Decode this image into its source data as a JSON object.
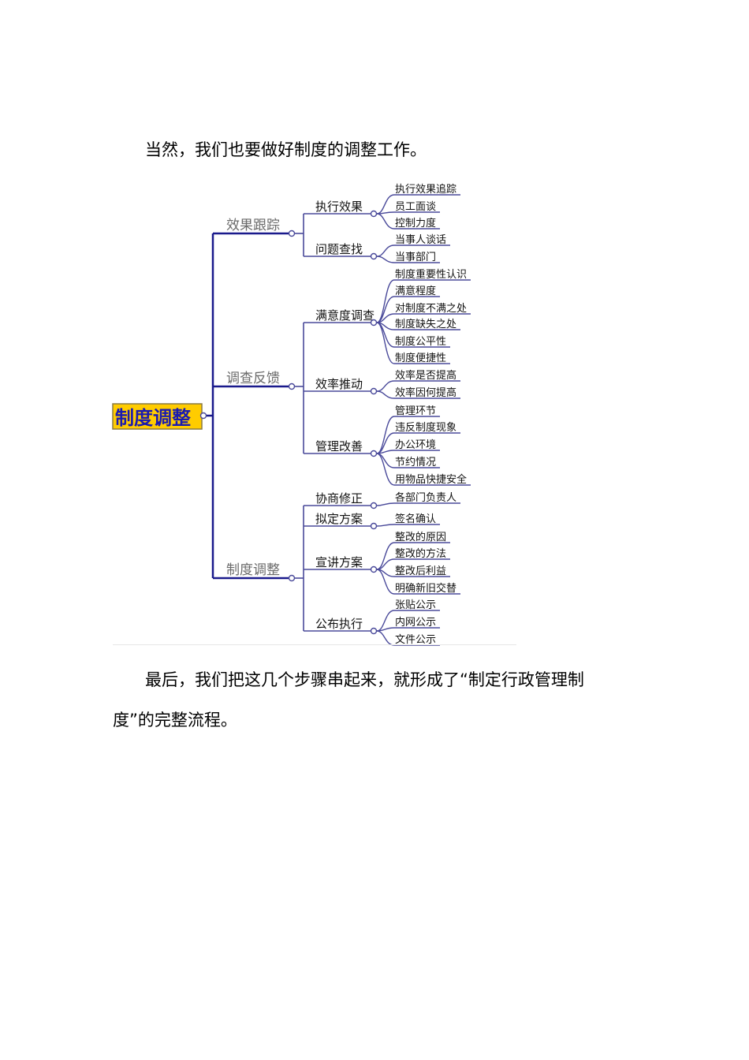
{
  "document": {
    "paragraphs": [
      "当然，我们也要做好制度的调整工作。",
      "最后，我们把这几个步骤串起来，就形成了“制定行政管理制",
      "度”的完整流程。"
    ]
  },
  "mindmap": {
    "colors": {
      "root_bg": "#ffcc00",
      "root_border": "#8a7a40",
      "root_text": "#1a1ab0",
      "trunk": "#1a1a8c",
      "branch": "#4a4a9a",
      "l1_text": "#6a6a6a"
    },
    "root": {
      "label": "制度调整"
    },
    "branches": [
      {
        "label": "效果跟踪",
        "children": [
          {
            "label": "执行效果",
            "children": [
              "执行效果追踪",
              "员工面谈",
              "控制力度"
            ]
          },
          {
            "label": "问题查找",
            "children": [
              "当事人谈话",
              "当事部门"
            ]
          }
        ]
      },
      {
        "label": "调查反馈",
        "children": [
          {
            "label": "满意度调查",
            "children": [
              "制度重要性认识",
              "满意程度",
              "对制度不满之处",
              "制度缺失之处",
              "制度公平性",
              "制度便捷性"
            ]
          },
          {
            "label": "效率推动",
            "children": [
              "效率是否提高",
              "效率因何提高"
            ]
          },
          {
            "label": "管理改善",
            "children": [
              "管理环节",
              "违反制度现象",
              "办公环境",
              "节约情况",
              "用物品快捷安全"
            ]
          }
        ]
      },
      {
        "label": "制度调整",
        "children": [
          {
            "label": "协商修正",
            "children": [
              "各部门负责人"
            ]
          },
          {
            "label": "拟定方案",
            "children": [
              "签名确认"
            ]
          },
          {
            "label": "宣讲方案",
            "children": [
              "整改的原因",
              "整改的方法",
              "整改后利益",
              "明确新旧交替"
            ]
          },
          {
            "label": "公布执行",
            "children": [
              "张贴公示",
              "内网公示",
              "文件公示"
            ]
          }
        ]
      }
    ]
  }
}
